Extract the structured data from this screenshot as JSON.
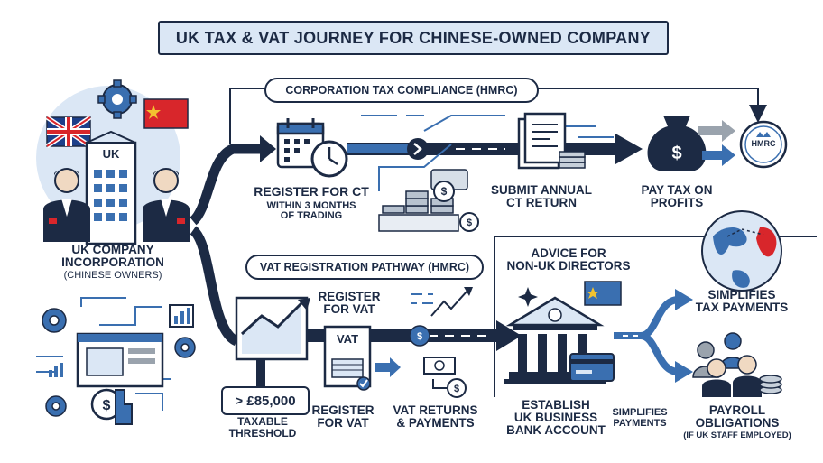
{
  "title": "UK TAX & VAT JOURNEY FOR CHINESE-OWNED COMPANY",
  "colors": {
    "navy": "#1c2a44",
    "blue": "#3a6fb0",
    "light_blue": "#dbe7f5",
    "red": "#d8262b",
    "gold": "#f2c230",
    "grey": "#9aa3ad"
  },
  "sections": {
    "corporation_tax": "CORPORATION TAX COMPLIANCE (HMRC)",
    "vat": "VAT REGISTRATION PATHWAY (HMRC)"
  },
  "company": {
    "building_label": "UK",
    "label_line1": "UK COMPANY",
    "label_line2": "INCORPORATION",
    "label_line3": "(CHINESE OWNERS)"
  },
  "ct_steps": {
    "register_line1": "REGISTER FOR CT",
    "register_line2": "WITHIN 3 MONTHS",
    "register_line3": "OF TRADING",
    "submit_line1": "SUBMIT ANNUAL",
    "submit_line2": "CT RETURN",
    "pay_line1": "PAY TAX ON",
    "pay_line2": "PROFITS",
    "hmrc_badge": "HMRC"
  },
  "vat_steps": {
    "threshold_value": "> £85,000",
    "threshold_line1": "TAXABLE",
    "threshold_line2": "THRESHOLD",
    "register_top_line1": "REGISTER",
    "register_top_line2": "FOR VAT",
    "doc_label": "VAT",
    "register_bottom_line1": "REGISTER",
    "register_bottom_line2": "FOR VAT",
    "returns_line1": "VAT RETURNS",
    "returns_line2": "& PAYMENTS"
  },
  "banking": {
    "advice_line1": "ADVICE FOR",
    "advice_line2": "NON-UK DIRECTORS",
    "bank_line1": "ESTABLISH",
    "bank_line2": "UK BUSINESS",
    "bank_line3": "BANK ACCOUNT",
    "simplifies_small_line1": "SIMPLIFIES",
    "simplifies_small_line2": "PAYMENTS"
  },
  "outcomes": {
    "tax_line1": "SIMPLIFIES",
    "tax_line2": "TAX PAYMENTS",
    "payroll_line1": "PAYROLL",
    "payroll_line2": "OBLIGATIONS",
    "payroll_line3": "(IF UK STAFF EMPLOYED)"
  },
  "icons": [
    "uk-flag-icon",
    "china-flag-icon",
    "gear-icon",
    "building-icon",
    "person-icon",
    "calendar-icon",
    "clock-icon",
    "coin-stack-icon",
    "document-icon",
    "money-bag-icon",
    "hmrc-crest-icon",
    "chart-icon",
    "bank-icon",
    "card-icon",
    "globe-icon",
    "team-icon",
    "circuit-icon",
    "hand-icon"
  ]
}
